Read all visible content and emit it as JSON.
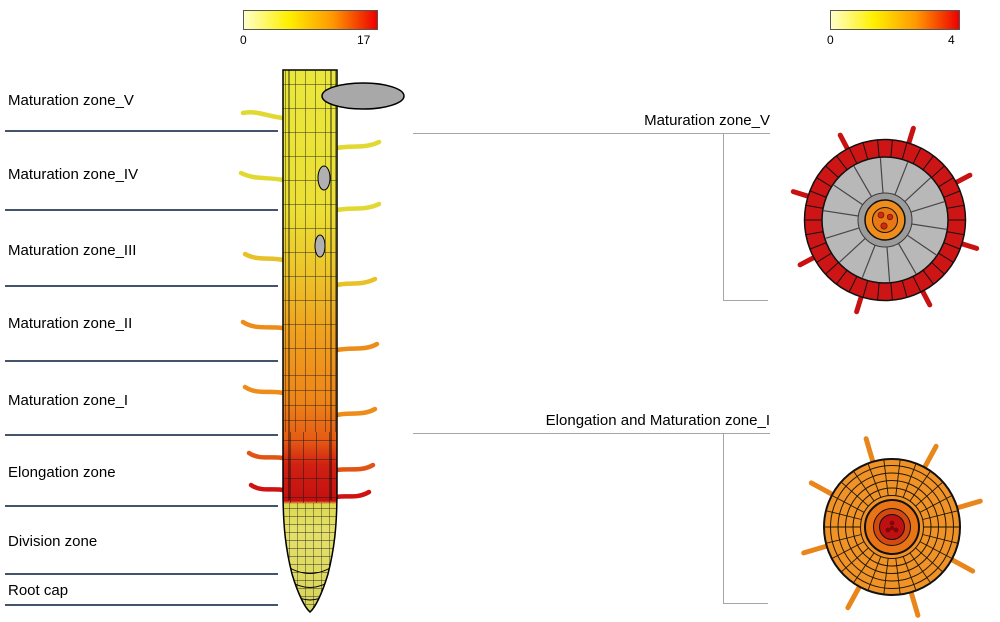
{
  "zones": [
    {
      "label": "Maturation zone_V"
    },
    {
      "label": "Maturation zone_IV"
    },
    {
      "label": "Maturation zone_III"
    },
    {
      "label": "Maturation zone_II"
    },
    {
      "label": "Maturation zone_I"
    },
    {
      "label": "Elongation zone"
    },
    {
      "label": "Division zone"
    },
    {
      "label": "Root cap"
    }
  ],
  "sections": [
    {
      "title": "Maturation zone_V"
    },
    {
      "title": "Elongation and Maturation zone_I"
    }
  ],
  "colorbars": {
    "root": {
      "min": "0",
      "max": "17",
      "gradient": [
        "#ffffc8",
        "#fff000",
        "#ff9800",
        "#ee0000"
      ]
    },
    "cross": {
      "min": "0",
      "max": "4",
      "gradient": [
        "#ffffc8",
        "#fff000",
        "#ff9800",
        "#ee0000"
      ]
    }
  },
  "palette": {
    "divider_line": "#44546a",
    "connector_line": "#a6a6a6",
    "root_yellow": "#eae73c",
    "root_orange": "#ee8418",
    "root_red": "#c81010",
    "root_cap": "#ded95c",
    "gray_structure": "#a8a8a8",
    "cross_section_gray": "#b8b8b8",
    "cross_ring_red": "#ce1515",
    "cross_fill_orange": "#ef9228",
    "stele_red": "#bf1111"
  }
}
